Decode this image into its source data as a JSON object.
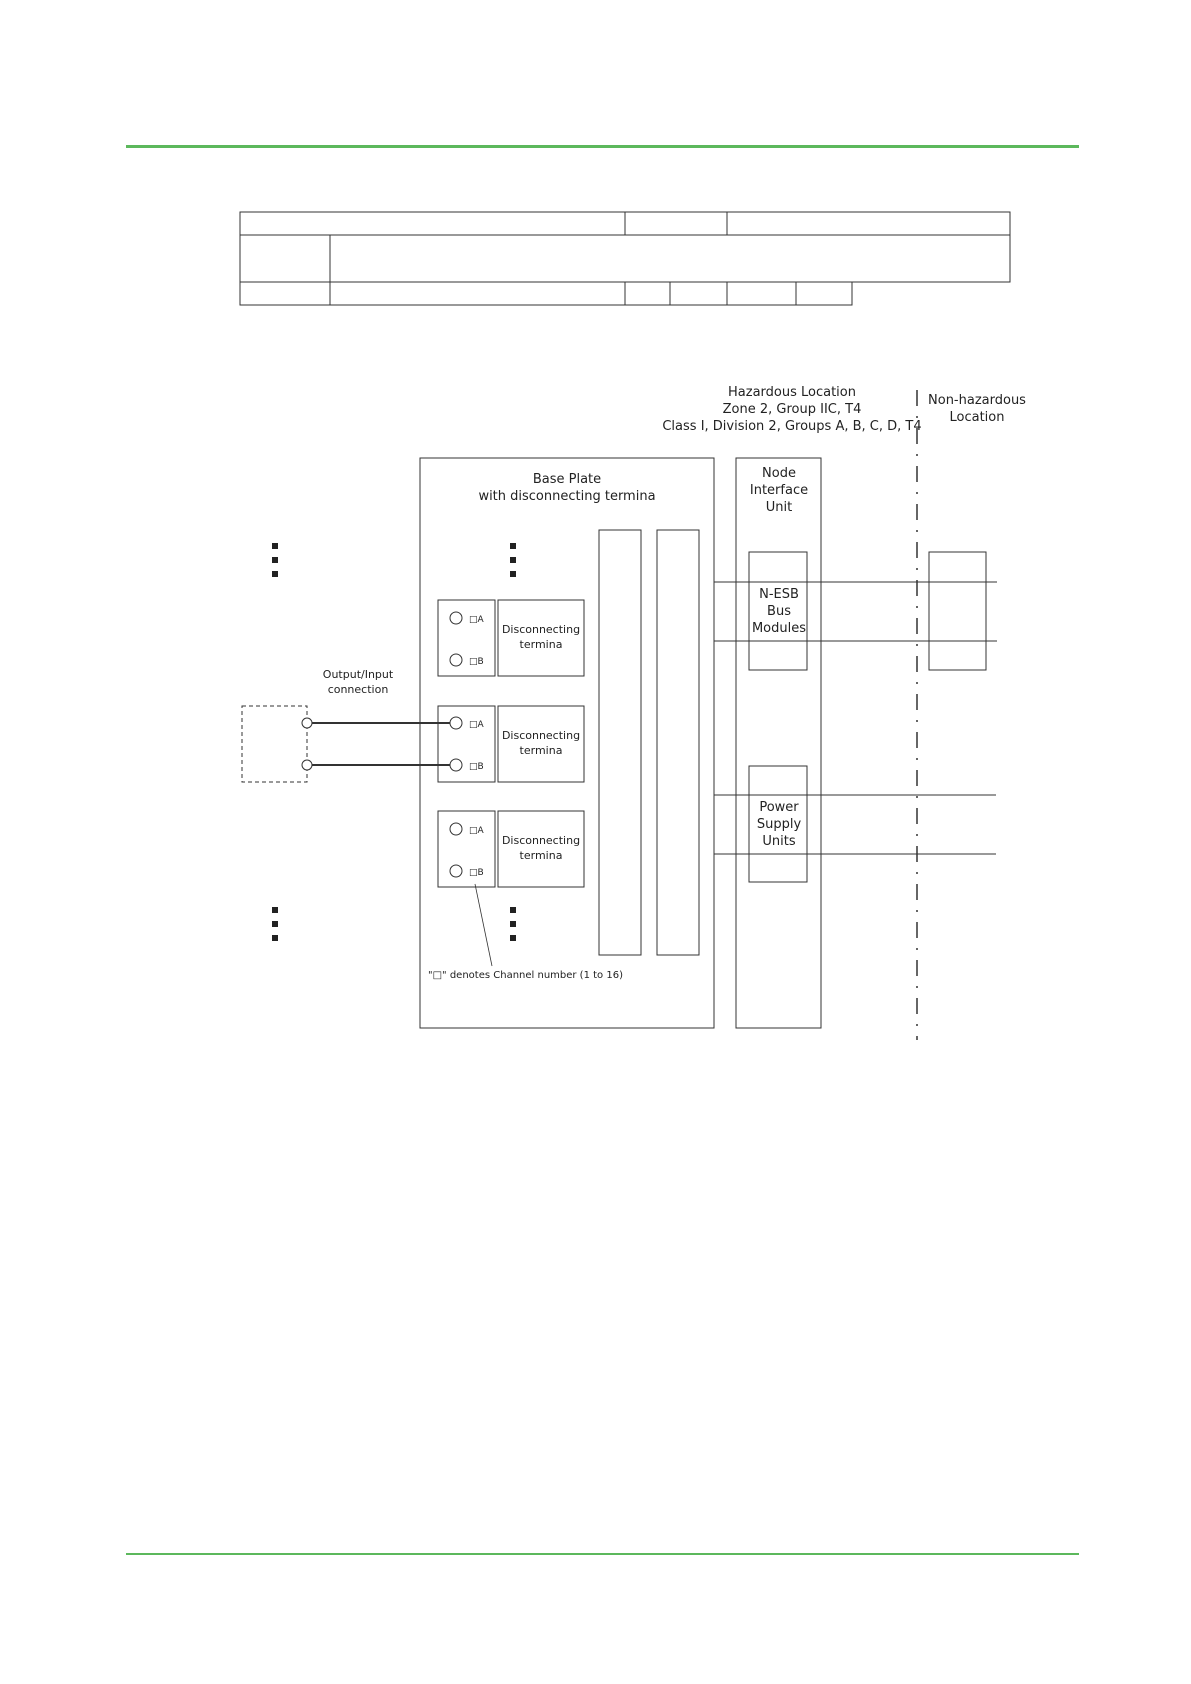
{
  "colors": {
    "rule": "#5cb85c",
    "line": "#333333"
  },
  "title_table": {
    "row1": [
      "",
      "",
      ""
    ],
    "row2": [
      "",
      ""
    ],
    "row3": [
      "",
      "",
      "",
      "",
      "",
      ""
    ]
  },
  "diagram": {
    "hazardous_label": [
      "Hazardous Location",
      "Zone 2, Group IIC, T4",
      "Class I, Division 2, Groups A, B, C, D, T4"
    ],
    "nonhazardous_label": [
      "Non-hazardous",
      "Location"
    ],
    "base_plate_label": [
      "Base Plate",
      "with disconnecting termina"
    ],
    "niu_label": [
      "Node",
      "Interface",
      "Unit"
    ],
    "nesb_label": [
      "N-ESB",
      "Bus",
      "Modules"
    ],
    "psu_label": [
      "Power",
      "Supply",
      "Units"
    ],
    "output_input_label": [
      "Output/Input",
      "connection"
    ],
    "channel_rows": [
      {
        "terminal_a": "□A",
        "terminal_b": "□B",
        "block_label": [
          "Disconnecting",
          "termina"
        ]
      },
      {
        "terminal_a": "□A",
        "terminal_b": "□B",
        "block_label": [
          "Disconnecting",
          "termina"
        ]
      },
      {
        "terminal_a": "□A",
        "terminal_b": "□B",
        "block_label": [
          "Disconnecting",
          "termina"
        ]
      }
    ],
    "channel_note": "\"□\" denotes Channel number (1 to 16)"
  }
}
